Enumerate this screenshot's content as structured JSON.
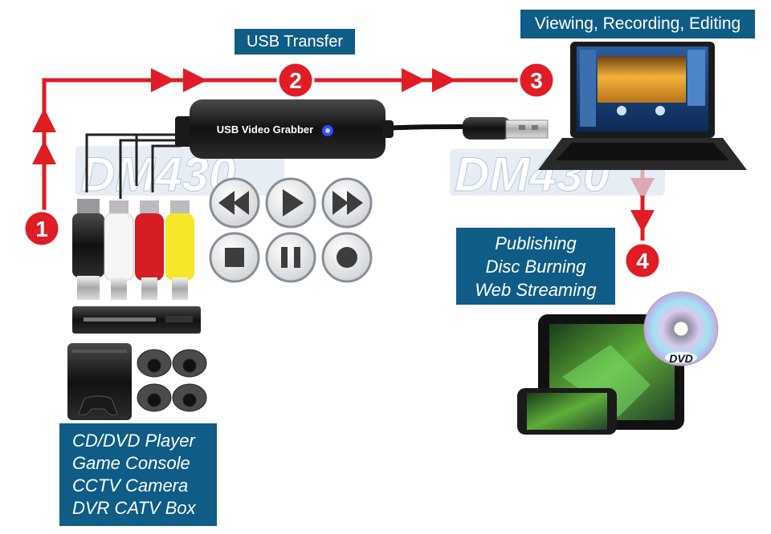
{
  "steps": {
    "step1": "1",
    "step2": "2",
    "step3": "3",
    "step4": "4"
  },
  "usb_transfer_label": "USB Transfer",
  "viewing_label": "Viewing, Recording, Editing",
  "device_label": "USB Video Grabber",
  "watermark": "DM430",
  "output_items": [
    "Publishing",
    "Disc Burning",
    "Web Streaming"
  ],
  "source_items": [
    "CD/DVD Player",
    "Game Console",
    "CCTV Camera",
    "DVR CATV Box"
  ],
  "dvd_logo": "DVD",
  "colors": {
    "arrow_red": "#e01c24",
    "label_blue": "#0f5c86",
    "watermark": "#9db6cf"
  }
}
